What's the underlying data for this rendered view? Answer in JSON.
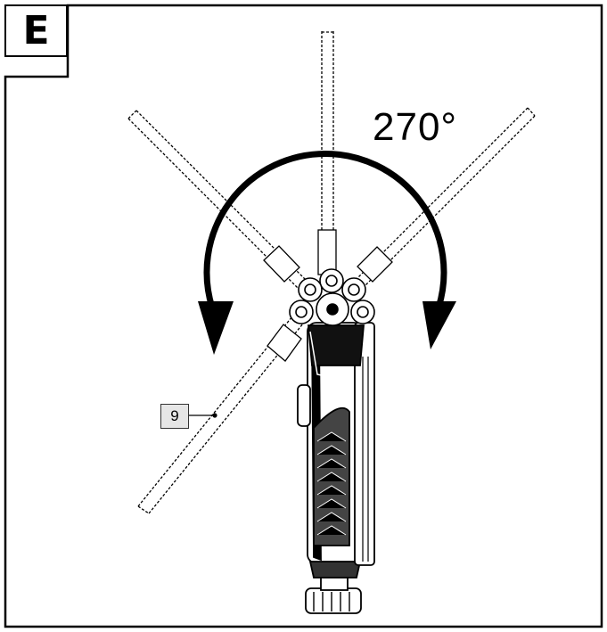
{
  "figure": {
    "panel_letter": "E",
    "rotation_label": "270°",
    "part_reference": "9"
  }
}
